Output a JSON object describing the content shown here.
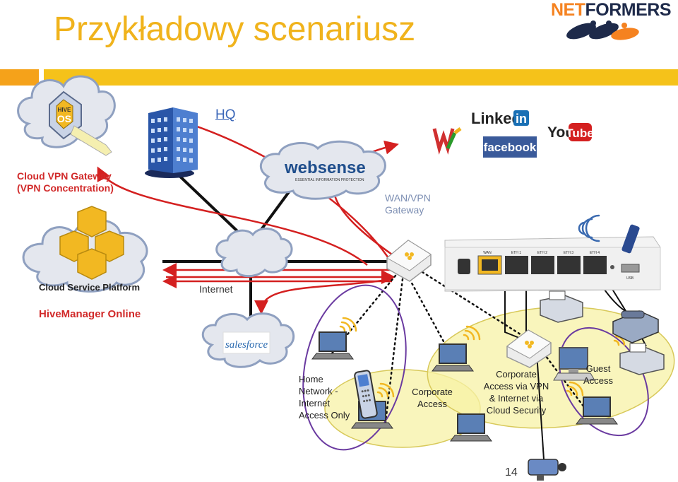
{
  "slide": {
    "title": "Przykładowy scenariusz",
    "page_number": "14",
    "accent_color": "#f0b31c",
    "bar_colors": [
      "#f5a21a",
      "#f5c21a"
    ]
  },
  "logo": {
    "part1": "NET",
    "part2": "FORMERS",
    "part1_color": "#f58220",
    "part2_color": "#1e2a4a"
  },
  "labels": {
    "hq": "HQ",
    "cloud_vpn_line1": "Cloud VPN Gateway",
    "cloud_vpn_line2": "(VPN Concentration)",
    "cloud_service_platform": "Cloud Service Platform",
    "hivemanager_online": "HiveManager Online",
    "internet": "Internet",
    "wan_vpn_line1": "WAN/VPN",
    "wan_vpn_line2": "Gateway",
    "home_network_lines": [
      "Home",
      "Network  -",
      "Internet",
      "Access Only"
    ],
    "corporate_access_lines": [
      "Corporate",
      "Access"
    ],
    "corp_vpn_lines": [
      "Corporate",
      "Access via VPN",
      "& Internet via",
      "Cloud Security"
    ],
    "guest_access_lines": [
      "Guest",
      "Access"
    ]
  },
  "brands": {
    "hive_os_line1": "HIVE",
    "hive_os_line2": "OS",
    "websense": "websense",
    "websense_sub": "ESSENTIAL INFORMATION PROTECTION",
    "salesforce": "salesforce",
    "linkedin": "Linked",
    "linkedin_in": "in",
    "facebook": "facebook",
    "youtube_you": "You",
    "youtube_tube": "Tube"
  },
  "router_ports": [
    "WAN",
    "ETH 1",
    "ETH 2",
    "ETH 3",
    "ETH 4",
    "USB"
  ],
  "colors": {
    "red_link": "#d42020",
    "purple_group": "#6a3aa0",
    "yellow_group": "#f5ef9a",
    "cloud_fill": "#e4e7ee"
  }
}
